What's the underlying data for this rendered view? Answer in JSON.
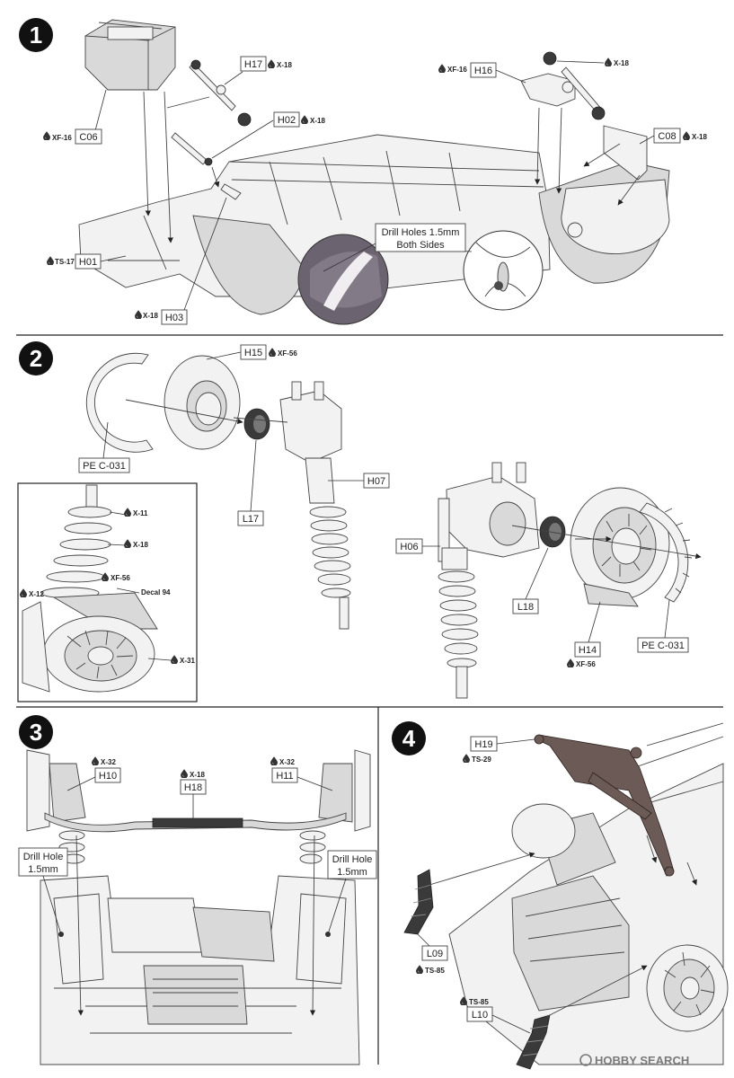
{
  "steps": {
    "s1": "1",
    "s2": "2",
    "s3": "3",
    "s4": "4"
  },
  "step1": {
    "C06": "C06",
    "C06_paint": "XF-16",
    "H17": "H17",
    "H17_paint": "X-18",
    "H16": "H16",
    "H16_paint": "XF-16",
    "H16_paint2": "X-18",
    "H02": "H02",
    "H02_paint": "X-18",
    "C08": "C08",
    "C08_paint": "X-18",
    "H01": "H01",
    "H01_paint": "TS-17",
    "H03": "H03",
    "H03_paint": "X-18",
    "drill_line1": "Drill Holes 1.5mm",
    "drill_line2": "Both Sides"
  },
  "step2": {
    "H15": "H15",
    "H15_paint": "XF-56",
    "PE1": "PE C-031",
    "L17": "L17",
    "H07": "H07",
    "H06": "H06",
    "L18": "L18",
    "H14": "H14",
    "H14_paint": "XF-56",
    "PE2": "PE C-031",
    "inset": {
      "p1": "X-11",
      "p2": "X-18",
      "p3": "XF-56",
      "decal": "Decal 94",
      "p4": "X-12",
      "p5": "X-31"
    }
  },
  "step3": {
    "H10": "H10",
    "H10_paint": "X-32",
    "H18": "H18",
    "H18_paint": "X-18",
    "H11": "H11",
    "H11_paint": "X-32",
    "drill_left1": "Drill Hole",
    "drill_left2": "1.5mm",
    "drill_right1": "Drill Hole",
    "drill_right2": "1.5mm"
  },
  "step4": {
    "H19": "H19",
    "H19_paint": "TS-29",
    "L09": "L09",
    "L09_paint": "TS-85",
    "L10": "L10",
    "L10_paint": "TS-85"
  },
  "watermark": "HOBBY SEARCH"
}
